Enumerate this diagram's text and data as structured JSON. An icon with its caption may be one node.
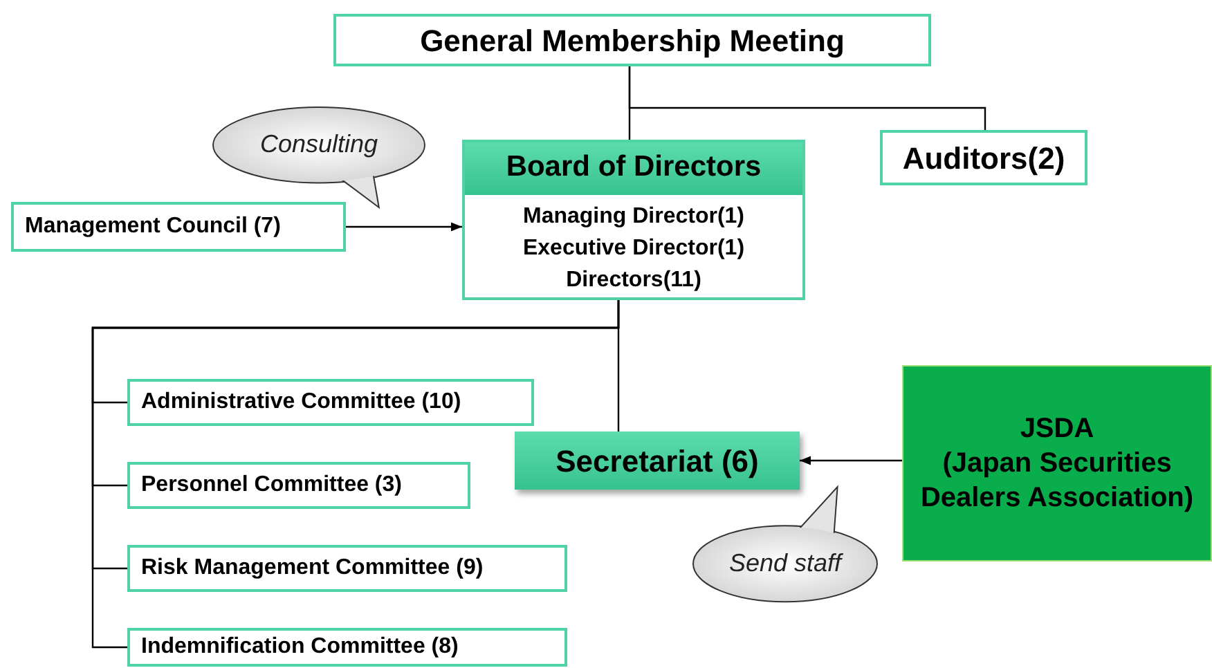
{
  "diagram": {
    "nodes": [
      {
        "text": [
          "General Membership Meeting"
        ]
      },
      {
        "text": [
          "Auditors(2)"
        ]
      },
      {
        "text": [
          "Board of Directors",
          "Managing Director(1) Executive Director(1) Directors(11)"
        ]
      },
      {
        "text": [
          "Management Council (7)"
        ]
      },
      {
        "text": [
          "Consulting"
        ]
      },
      {
        "text": [
          "Secretariat (6)"
        ]
      },
      {
        "text": [
          "JSDA",
          "(Japan Securities Dealers Association)"
        ]
      },
      {
        "text": [
          "Send staff"
        ]
      },
      {
        "text": [
          "Administrative Committee (10)"
        ]
      },
      {
        "text": [
          "Personnel Committee (3)"
        ]
      },
      {
        "text": [
          "Risk Management Committee (9)"
        ]
      },
      {
        "text": [
          "Indemnification Committee (8)"
        ]
      }
    ],
    "edges": [
      {
        "from": 0,
        "to": 2,
        "arrow": "none"
      },
      {
        "from": 0,
        "to": 1,
        "arrow": "none"
      },
      {
        "from": 3,
        "to": 2,
        "arrow": "to"
      },
      {
        "from": 2,
        "to": 5,
        "arrow": "none"
      },
      {
        "from": 2,
        "to": 8,
        "arrow": "none"
      },
      {
        "from": 2,
        "to": 9,
        "arrow": "none"
      },
      {
        "from": 2,
        "to": 10,
        "arrow": "none"
      },
      {
        "from": 2,
        "to": 11,
        "arrow": "none"
      },
      {
        "from": 6,
        "to": 5,
        "arrow": "to"
      }
    ]
  }
}
